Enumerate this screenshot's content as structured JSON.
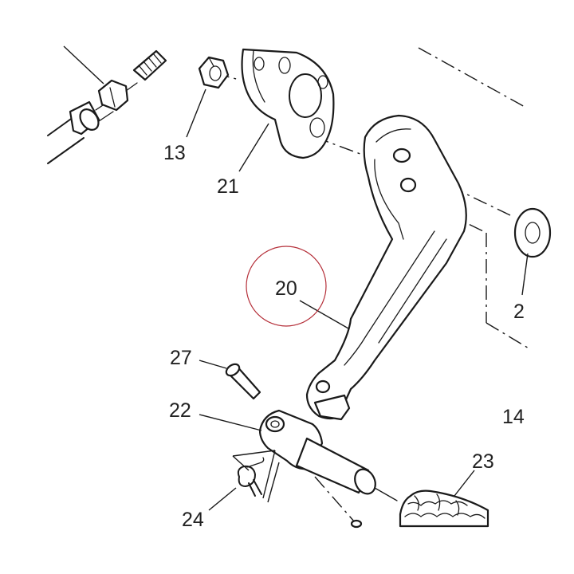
{
  "diagram": {
    "callouts": [
      {
        "id": "13",
        "text": "13"
      },
      {
        "id": "21",
        "text": "21"
      },
      {
        "id": "20",
        "text": "20"
      },
      {
        "id": "27",
        "text": "27"
      },
      {
        "id": "22",
        "text": "22"
      },
      {
        "id": "24",
        "text": "24"
      },
      {
        "id": "23",
        "text": "23"
      },
      {
        "id": "14",
        "text": "14"
      },
      {
        "id": "2",
        "text": "2"
      }
    ],
    "highlight_color": "#b5303a",
    "ink_color": "#1a1a1a"
  }
}
